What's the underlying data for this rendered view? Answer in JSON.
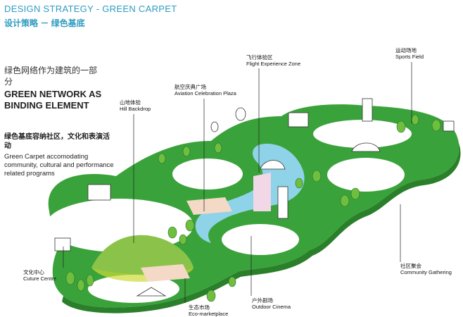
{
  "header": {
    "title_en": "DESIGN STRATEGY - GREEN CARPET",
    "title_cn": "设计策略   －  绿色基底"
  },
  "intro": {
    "title_cn": "绿色网络作为建筑的一部分",
    "title_en": "GREEN NETWORK AS BINDING ELEMENT",
    "sub_cn": "绿色基底容纳社区，文化和表演活动",
    "sub_en": "Green Carpet accomodating community, cultural and performance related programs"
  },
  "labels": {
    "hill": {
      "cn": "山地体验",
      "en": "Hill Backdrop"
    },
    "aviation": {
      "cn": "航空庆典广场",
      "en": "Aviation Celebration Plaza"
    },
    "flight": {
      "cn": "飞行体验区",
      "en": "Flight Experience Zone"
    },
    "sports": {
      "cn": "运动场地",
      "en": "Sports Field"
    },
    "culture": {
      "cn": "文化中心",
      "en": "Cuture Centre"
    },
    "eco": {
      "cn": "生态市场",
      "en": "Eco-marketplace"
    },
    "cinema": {
      "cn": "户外剧场",
      "en": "Outdoor Cinema"
    },
    "community": {
      "cn": "社区聚会",
      "en": "Community Gathering"
    }
  },
  "colors": {
    "accent": "#2f9bc1",
    "grass": "#3aa23a",
    "grass_light": "#8bc34a",
    "water": "#8fd3e8"
  }
}
